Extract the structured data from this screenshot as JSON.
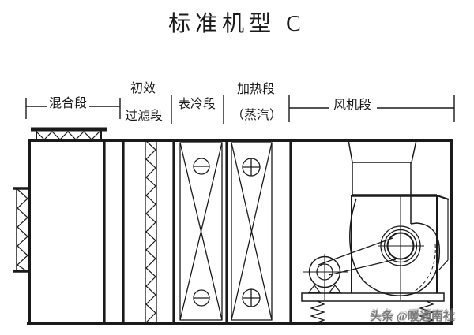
{
  "title": "标准机型 C",
  "colors": {
    "line": "#1a1a1a",
    "watermark": "#696969",
    "background": "#ffffff"
  },
  "sections": {
    "mixing": {
      "label": "混合段"
    },
    "filter": {
      "label_line1": "初效",
      "label_line2": "过滤段"
    },
    "cooling": {
      "label": "表冷段"
    },
    "heating": {
      "label_line1": "加热段",
      "label_line2": "（蒸汽）"
    },
    "fan": {
      "label": "风机段"
    }
  },
  "watermark": {
    "text": "头条 @暖通南社"
  }
}
